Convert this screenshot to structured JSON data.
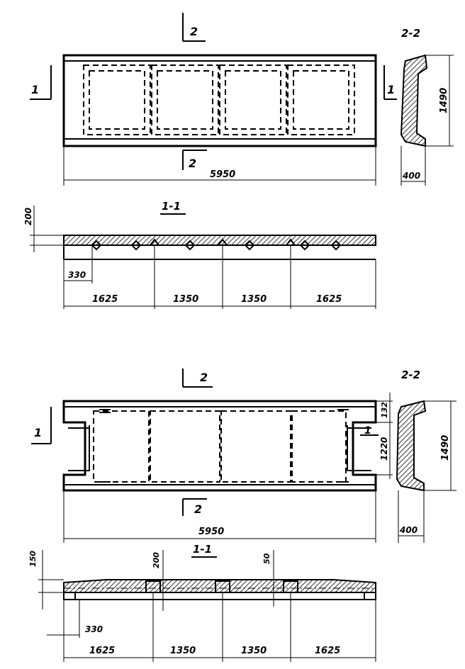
{
  "panel_a": {
    "section_mark_top": "2",
    "section_mark_bottom": "2",
    "section_mark_left": "1",
    "section_mark_right": "1",
    "overall_length": "5950",
    "section22_title": "2-2",
    "section22_height": "1490",
    "section22_width": "400",
    "section11_title": "1-1",
    "section11_thickness": "200",
    "section11_offset": "330",
    "spans": [
      "1625",
      "1350",
      "1350",
      "1625"
    ]
  },
  "panel_b": {
    "section_mark_top": "2",
    "section_mark_bottom": "2",
    "section_mark_left": "1",
    "section_mark_right": "1",
    "overall_length": "5950",
    "section22_title": "2-2",
    "section22_height": "1490",
    "section22_width": "400",
    "dim_132": "132",
    "dim_1220": "1220",
    "section11_title": "1-1",
    "section11_thickness": "150",
    "section11_rib": "200",
    "section11_small": "50",
    "section11_offset": "330",
    "spans": [
      "1625",
      "1350",
      "1350",
      "1625"
    ]
  }
}
